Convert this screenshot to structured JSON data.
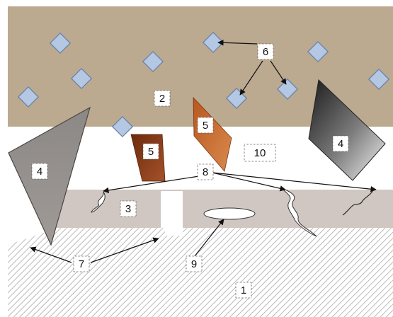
{
  "labels": {
    "l1": "1",
    "l2": "2",
    "l3": "3",
    "l4a": "4",
    "l4b": "4",
    "l5a": "5",
    "l5b": "5",
    "l6": "6",
    "l7": "7",
    "l8": "8",
    "l9": "9",
    "l10": "10"
  },
  "colors": {
    "upper_layer": "#bba990",
    "thin_layer": "#d0c7c3",
    "substrate_stripe": "#a8a8a8",
    "diamond_fill": "#b4c8e4",
    "diamond_stroke": "#6b82a8",
    "brown_dark": "#8a3b14",
    "brown_light": "#c8652a"
  }
}
